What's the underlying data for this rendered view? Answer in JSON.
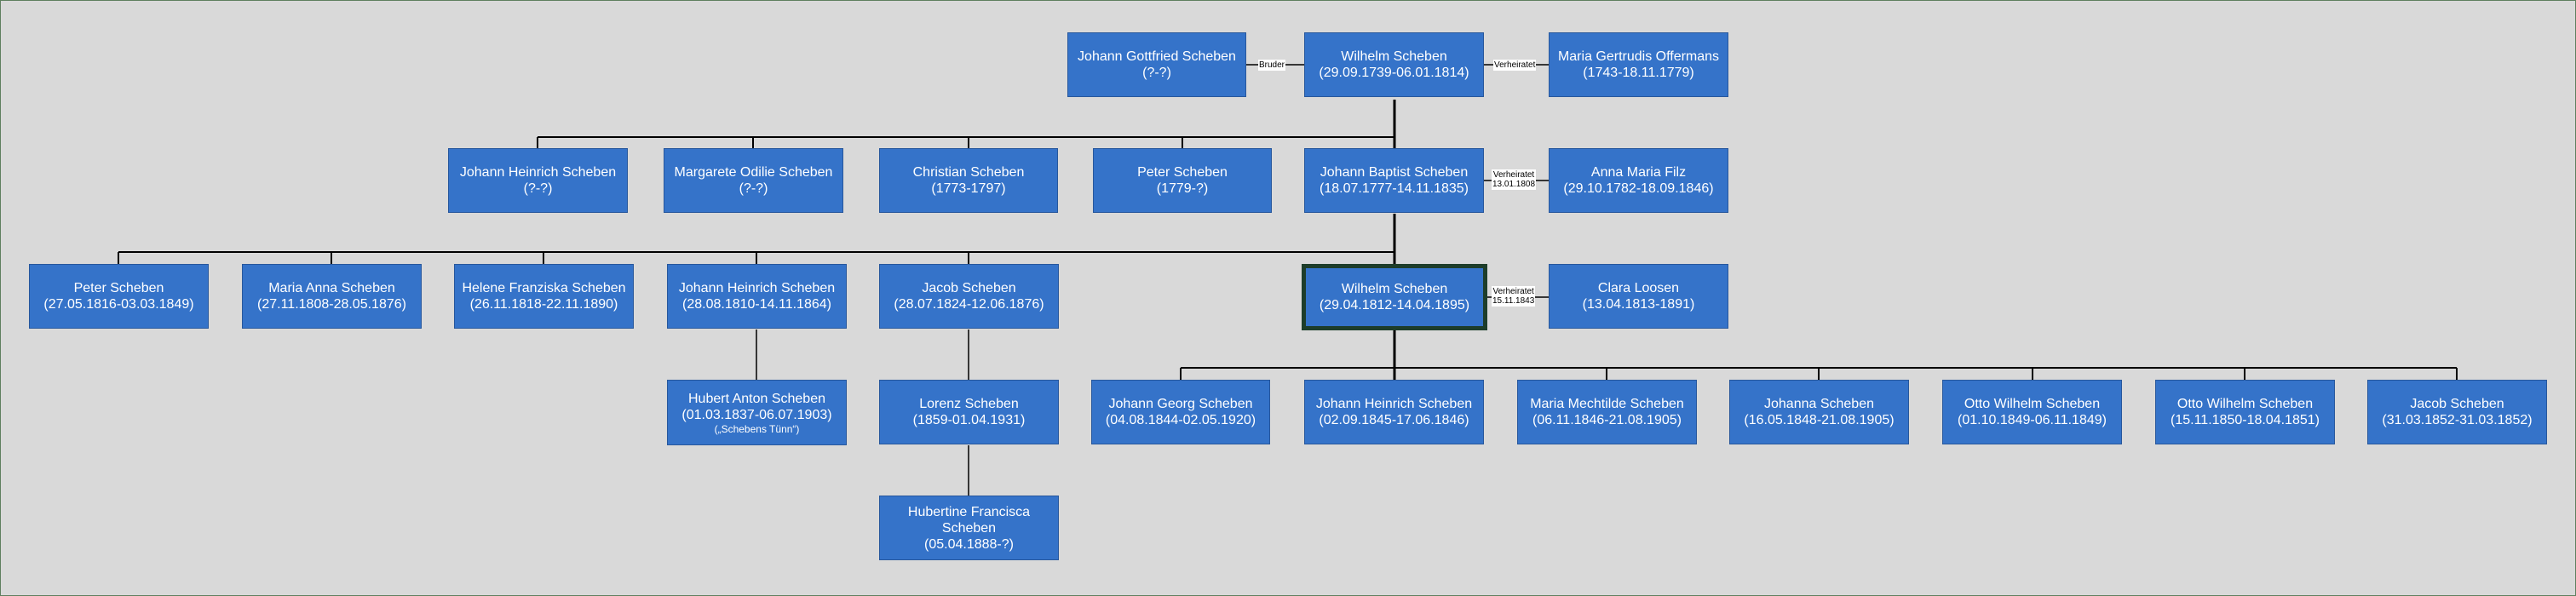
{
  "diagram": {
    "persons": {
      "johann_gottfried": {
        "name": "Johann Gottfried Scheben",
        "dates": "(?-?)"
      },
      "wilhelm_1739": {
        "name": "Wilhelm Scheben",
        "dates": "(29.09.1739-06.01.1814)"
      },
      "maria_gertrudis": {
        "name": "Maria Gertrudis Offermans",
        "dates": "(1743-18.11.1779)"
      },
      "johann_heinrich_a": {
        "name": "Johann Heinrich Scheben",
        "dates": "(?-?)"
      },
      "margarete_odilie": {
        "name": "Margarete Odilie Scheben",
        "dates": "(?-?)"
      },
      "christian": {
        "name": "Christian Scheben",
        "dates": "(1773-1797)"
      },
      "peter_1779": {
        "name": "Peter Scheben",
        "dates": "(1779-?)"
      },
      "johann_baptist": {
        "name": "Johann Baptist Scheben",
        "dates": "(18.07.1777-14.11.1835)"
      },
      "anna_maria_filz": {
        "name": "Anna Maria Filz",
        "dates": "(29.10.1782-18.09.1846)"
      },
      "peter_1816": {
        "name": "Peter Scheben",
        "dates": "(27.05.1816-03.03.1849)"
      },
      "maria_anna": {
        "name": "Maria Anna Scheben",
        "dates": "(27.11.1808-28.05.1876)"
      },
      "helene_franziska": {
        "name": "Helene Franziska Scheben",
        "dates": "(26.11.1818-22.11.1890)"
      },
      "johann_heinrich_b": {
        "name": "Johann Heinrich Scheben",
        "dates": "(28.08.1810-14.11.1864)"
      },
      "jacob_1824": {
        "name": "Jacob Scheben",
        "dates": "(28.07.1824-12.06.1876)"
      },
      "wilhelm_1812": {
        "name": "Wilhelm Scheben",
        "dates": "(29.04.1812-14.04.1895)"
      },
      "clara_loosen": {
        "name": "Clara Loosen",
        "dates": "(13.04.1813-1891)"
      },
      "hubert_anton": {
        "name": "Hubert Anton Scheben",
        "dates": "(01.03.1837-06.07.1903)",
        "note": "(„Schebens Tünn“)"
      },
      "lorenz": {
        "name": "Lorenz Scheben",
        "dates": "(1859-01.04.1931)"
      },
      "hubertine": {
        "name": "Hubertine Francisca Scheben",
        "dates": "(05.04.1888-?)"
      },
      "johann_georg": {
        "name": "Johann Georg Scheben",
        "dates": "(04.08.1844-02.05.1920)"
      },
      "johann_heinrich_c": {
        "name": "Johann Heinrich Scheben",
        "dates": "(02.09.1845-17.06.1846)"
      },
      "maria_mechtilde": {
        "name": "Maria Mechtilde Scheben",
        "dates": "(06.11.1846-21.08.1905)"
      },
      "johanna": {
        "name": "Johanna Scheben",
        "dates": "(16.05.1848-21.08.1905)"
      },
      "otto_wilhelm_1849": {
        "name": "Otto Wilhelm Scheben",
        "dates": "(01.10.1849-06.11.1849)"
      },
      "otto_wilhelm_1850": {
        "name": "Otto Wilhelm Scheben",
        "dates": "(15.11.1850-18.04.1851)"
      },
      "jacob_1852": {
        "name": "Jacob Scheben",
        "dates": "(31.03.1852-31.03.1852)"
      }
    },
    "relations": {
      "bruder": "Bruder",
      "verheiratet_1": "Verheiratet",
      "verheiratet_2": "Verheiratet",
      "verheiratet_2_date": "13.01.1808",
      "verheiratet_3": "Verheiratet",
      "verheiratet_3_date": "15.11.1843"
    }
  }
}
